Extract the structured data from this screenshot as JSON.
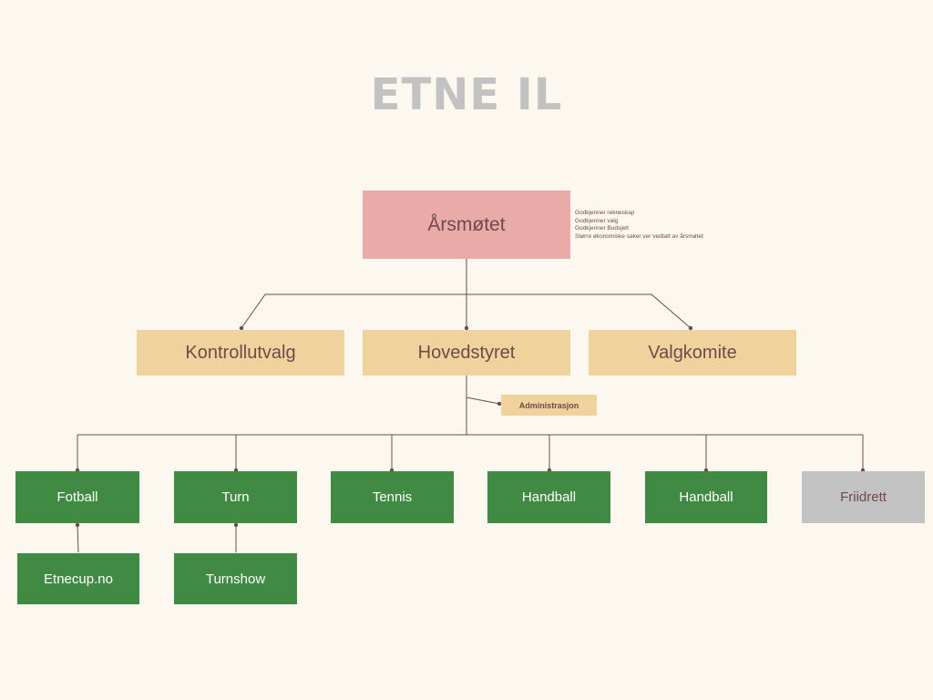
{
  "title": "ETNE IL",
  "top": {
    "label": "Årsmøtet",
    "notes": [
      "Godkjenner rekneskap",
      "Godkjenner valg",
      "Godkjenner Budsjett",
      "Større økonomiske saker ver vedtatt av årsmøtet"
    ]
  },
  "level2": {
    "kontroll": "Kontrollutvalg",
    "hovedstyret": "Hovedstyret",
    "valgkomite": "Valgkomite"
  },
  "admin": "Administrasjon",
  "groups": {
    "fotball": "Fotball",
    "turn": "Turn",
    "tennis": "Tennis",
    "handball1": "Handball",
    "handball2": "Handball",
    "friidrett": "Friidrett"
  },
  "sub": {
    "etnecup": "Etnecup.no",
    "turnshow": "Turnshow"
  },
  "colors": {
    "background": "#fdf8ef",
    "title": "#c2c2c2",
    "top_box": "#eaaba8",
    "mid_box": "#f0d29c",
    "group_box": "#418a44",
    "inactive_box": "#c2c2c2",
    "connector": "#6e4a4a"
  }
}
